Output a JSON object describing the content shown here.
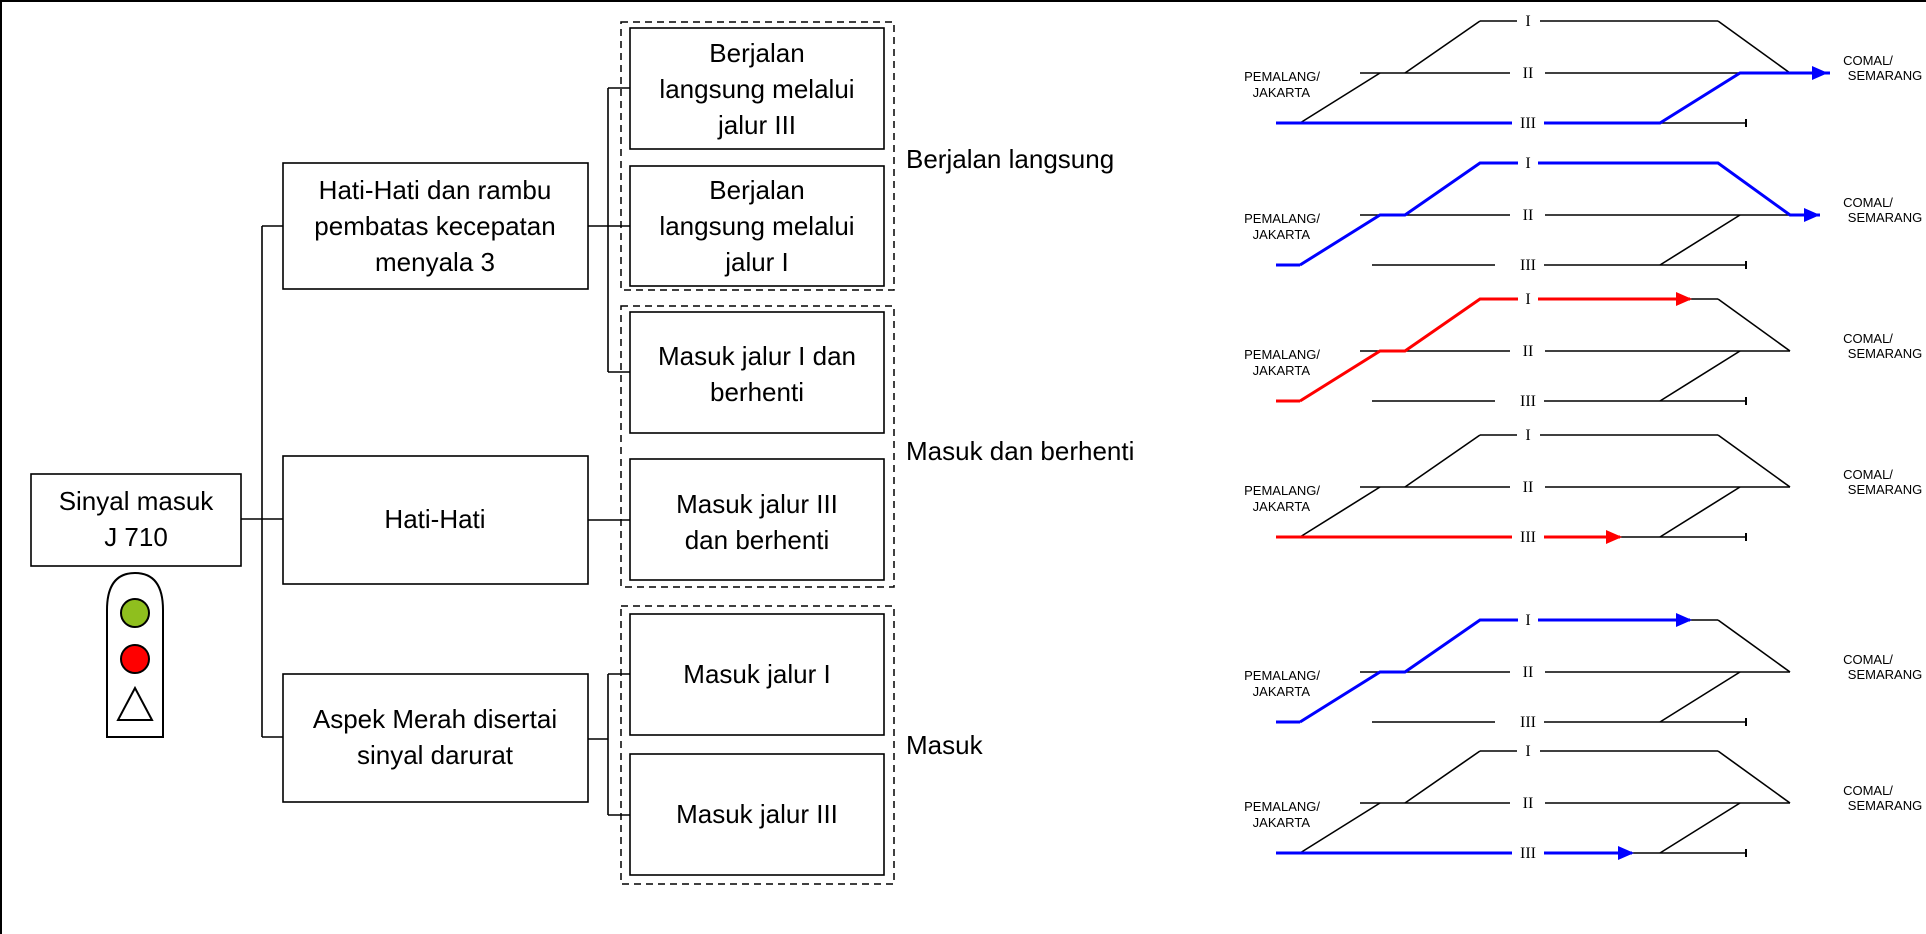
{
  "flow": {
    "signal": {
      "label_line1": "Sinyal masuk",
      "label_line2": "J 710"
    },
    "lamps": {
      "green": "#8fbf1e",
      "red": "#ff0000"
    },
    "aspects": [
      {
        "lines": [
          "Hati-Hati dan rambu",
          "pembatas kecepatan",
          "menyala 3"
        ]
      },
      {
        "lines": [
          "Hati-Hati"
        ]
      },
      {
        "lines": [
          "Aspek Merah disertai",
          "sinyal darurat"
        ]
      }
    ],
    "routes": [
      {
        "lines": [
          "Berjalan",
          "langsung melalui",
          "jalur III"
        ]
      },
      {
        "lines": [
          "Berjalan",
          "langsung melalui",
          "jalur I"
        ]
      },
      {
        "lines": [
          "Masuk jalur I dan",
          "berhenti"
        ]
      },
      {
        "lines": [
          "Masuk jalur III",
          "dan berhenti"
        ]
      },
      {
        "lines": [
          "Masuk jalur I"
        ]
      },
      {
        "lines": [
          "Masuk jalur III"
        ]
      }
    ],
    "groups": [
      "Berjalan langsung",
      "Masuk dan berhenti",
      "Masuk"
    ]
  },
  "tracks": {
    "left_station_line1": "PEMALANG/",
    "left_station_line2": "JAKARTA",
    "right_station_line1": "COMAL/",
    "right_station_line2": "SEMARANG",
    "track_labels": [
      "I",
      "II",
      "III"
    ],
    "colors": {
      "blue": "#0000ff",
      "red": "#ff0000"
    },
    "diagrams": [
      {
        "route_track": "III",
        "color": "blue",
        "through": true
      },
      {
        "route_track": "I",
        "color": "blue",
        "through": true
      },
      {
        "route_track": "I",
        "color": "red",
        "through": false
      },
      {
        "route_track": "III",
        "color": "red",
        "through": false
      },
      {
        "route_track": "I",
        "color": "blue",
        "through": false
      },
      {
        "route_track": "III",
        "color": "blue",
        "through": false
      }
    ]
  }
}
